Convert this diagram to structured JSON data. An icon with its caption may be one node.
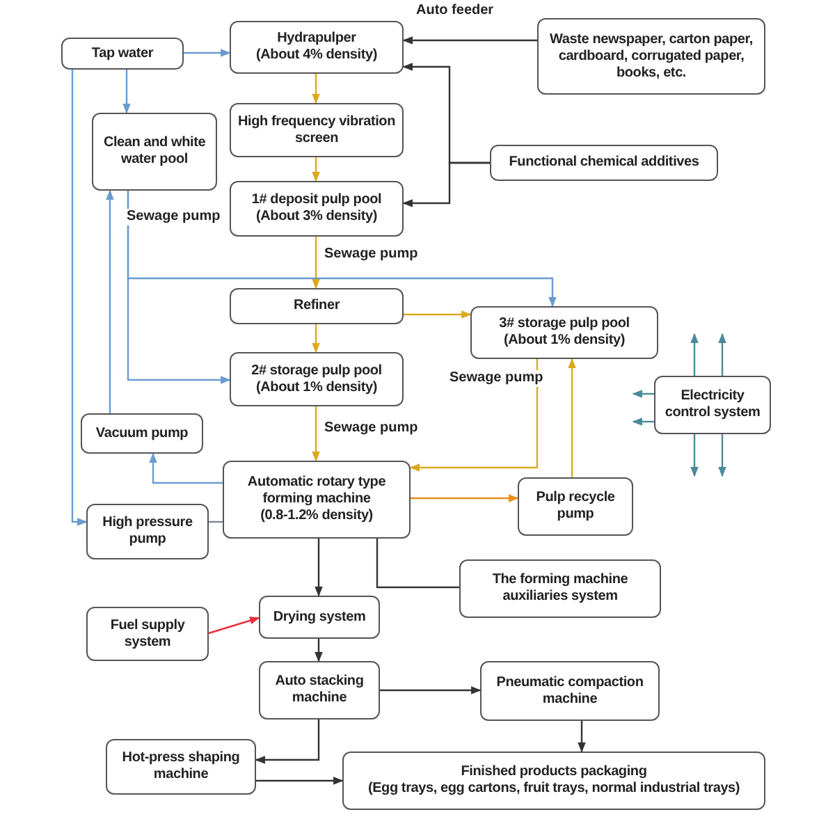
{
  "diagram": {
    "nodes": [
      {
        "text": [
          "Tap water"
        ]
      },
      {
        "text": [
          "Hydrapulper",
          "(About 4% density)"
        ]
      },
      {
        "text": [
          "Waste newspaper, carton paper, cardboard, corrugated paper, books, etc."
        ]
      },
      {
        "text": [
          "High frequency vibration screen"
        ]
      },
      {
        "text": [
          "Clean and white water pool"
        ]
      },
      {
        "text": [
          "Functional chemical additives"
        ]
      },
      {
        "text": [
          "1# deposit pulp pool",
          "(About 3% density)"
        ]
      },
      {
        "text": [
          "Refiner"
        ]
      },
      {
        "text": [
          "3# storage pulp pool",
          "(About 1% density)"
        ]
      },
      {
        "text": [
          "2# storage pulp pool",
          "(About 1% density)"
        ]
      },
      {
        "text": [
          "Electricity control system"
        ]
      },
      {
        "text": [
          "Vacuum pump"
        ]
      },
      {
        "text": [
          "Automatic rotary type forming machine",
          "(0.8-1.2% density)"
        ]
      },
      {
        "text": [
          "Pulp recycle pump"
        ]
      },
      {
        "text": [
          "High pressure pump"
        ]
      },
      {
        "text": [
          "The forming machine auxiliaries system"
        ]
      },
      {
        "text": [
          "Fuel supply system"
        ]
      },
      {
        "text": [
          "Drying system"
        ]
      },
      {
        "text": [
          "Auto stacking machine"
        ]
      },
      {
        "text": [
          "Pneumatic compaction machine"
        ]
      },
      {
        "text": [
          "Hot-press shaping machine"
        ]
      },
      {
        "text": [
          "Finished products packaging",
          "(Egg trays, egg cartons, fruit trays, normal industrial trays)"
        ]
      }
    ],
    "edges": [
      {
        "from": 0,
        "to": 1,
        "arrow": "to",
        "color": "#6a9bd1"
      },
      {
        "from": 0,
        "to": 4,
        "arrow": "to",
        "color": "#6a9bd1"
      },
      {
        "from": 0,
        "to": 14,
        "arrow": "to",
        "color": "#6a9bd1"
      },
      {
        "from": 2,
        "to": 1,
        "arrow": "to",
        "label": "Auto feeder"
      },
      {
        "from": 5,
        "to": 1,
        "arrow": "to"
      },
      {
        "from": 5,
        "to": 6,
        "arrow": "to"
      },
      {
        "from": 1,
        "to": 3,
        "arrow": "to",
        "color": "#d9aa1f"
      },
      {
        "from": 3,
        "to": 6,
        "arrow": "to",
        "color": "#d9aa1f"
      },
      {
        "from": 6,
        "to": 7,
        "arrow": "to",
        "label": "Sewage pump",
        "color": "#d9aa1f"
      },
      {
        "from": 7,
        "to": 9,
        "arrow": "to",
        "color": "#d9aa1f"
      },
      {
        "from": 9,
        "to": 12,
        "arrow": "to",
        "label": "Sewage pump",
        "color": "#d9aa1f"
      },
      {
        "from": 7,
        "to": 8,
        "arrow": "to",
        "color": "#d9aa1f"
      },
      {
        "from": 8,
        "to": 12,
        "arrow": "to",
        "color": "#d9aa1f"
      },
      {
        "from": 12,
        "to": 13,
        "arrow": "to",
        "color": "#e8901a"
      },
      {
        "from": 13,
        "to": 8,
        "arrow": "to",
        "color": "#d9aa1f"
      },
      {
        "from": 4,
        "to": 8,
        "arrow": "to",
        "color": "#6a9bd1"
      },
      {
        "from": 4,
        "to": 9,
        "arrow": "to",
        "color": "#6a9bd1"
      },
      {
        "from": 11,
        "to": 4,
        "arrow": "to",
        "color": "#6a9bd1"
      },
      {
        "from": 12,
        "to": 11,
        "arrow": "to",
        "color": "#6a9bd1"
      },
      {
        "from": 14,
        "to": 12,
        "arrow": "none",
        "color": "#7b8794"
      },
      {
        "from": 12,
        "to": 17,
        "arrow": "to"
      },
      {
        "from": 12,
        "to": 15,
        "arrow": "none"
      },
      {
        "from": 16,
        "to": 17,
        "arrow": "to",
        "color": "#e8303a"
      },
      {
        "from": 17,
        "to": 18,
        "arrow": "to"
      },
      {
        "from": 18,
        "to": 19,
        "arrow": "to"
      },
      {
        "from": 18,
        "to": 20,
        "arrow": "to"
      },
      {
        "from": 20,
        "to": 21,
        "arrow": "to"
      },
      {
        "from": 19,
        "to": 21,
        "arrow": "to"
      },
      {
        "from": 10,
        "to": null,
        "arrow": "to",
        "color": "#4a8a9a"
      },
      {
        "from": 10,
        "to": null,
        "arrow": "to",
        "color": "#4a8a9a"
      },
      {
        "from": 10,
        "to": null,
        "arrow": "to",
        "color": "#4a8a9a"
      },
      {
        "from": 10,
        "to": null,
        "arrow": "to",
        "color": "#4a8a9a"
      },
      {
        "from": 10,
        "to": null,
        "arrow": "to",
        "color": "#4a8a9a"
      },
      {
        "from": 10,
        "to": null,
        "arrow": "to",
        "color": "#4a8a9a"
      }
    ],
    "labels": [
      "Sewage pump",
      "Sewage pump"
    ]
  }
}
